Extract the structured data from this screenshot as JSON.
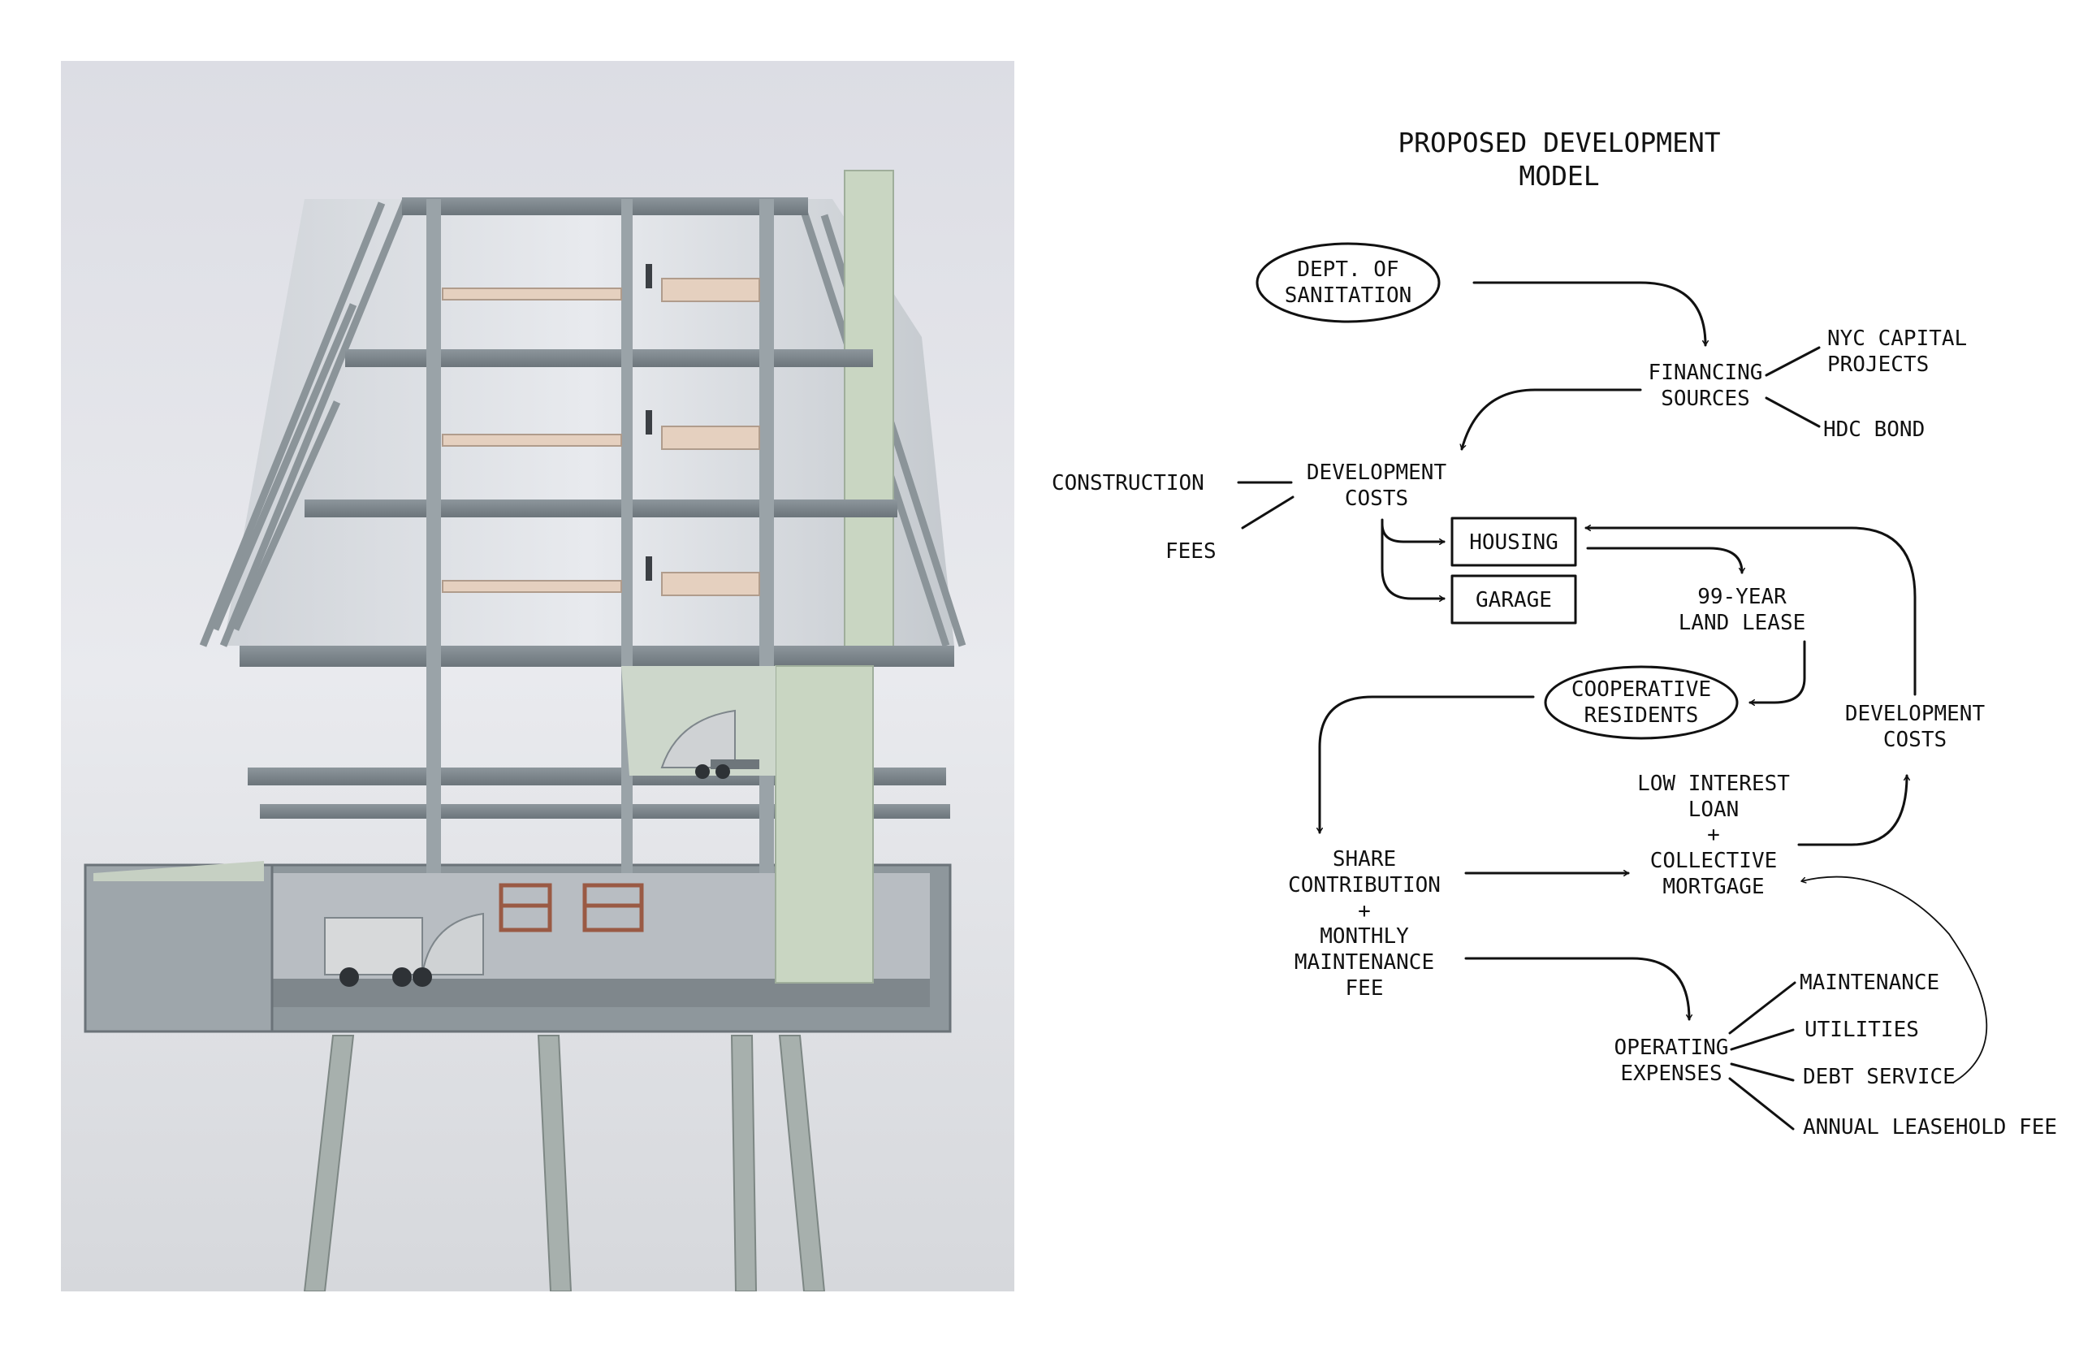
{
  "diagram": {
    "title_line1": "PROPOSED DEVELOPMENT",
    "title_line2": "MODEL",
    "dept_sanitation": [
      "DEPT. OF",
      "SANITATION"
    ],
    "financing_sources": [
      "FINANCING",
      "SOURCES"
    ],
    "nyc_capital_projects": [
      "NYC CAPITAL",
      "PROJECTS"
    ],
    "hdc_bond": "HDC BOND",
    "construction": "CONSTRUCTION",
    "fees": "FEES",
    "development_costs_top": [
      "DEVELOPMENT",
      "COSTS"
    ],
    "housing": "HOUSING",
    "garage": "GARAGE",
    "land_lease": [
      "99-YEAR",
      "LAND LEASE"
    ],
    "cooperative_residents": [
      "COOPERATIVE",
      "RESIDENTS"
    ],
    "development_costs_right": [
      "DEVELOPMENT",
      "COSTS"
    ],
    "loan_mortgage": [
      "LOW INTEREST",
      "LOAN",
      "+",
      "COLLECTIVE",
      "MORTGAGE"
    ],
    "share_contribution": [
      "SHARE",
      "CONTRIBUTION",
      "+",
      "MONTHLY",
      "MAINTENANCE",
      "FEE"
    ],
    "operating_expenses": [
      "OPERATING",
      "EXPENSES"
    ],
    "maintenance": "MAINTENANCE",
    "utilities": "UTILITIES",
    "debt_service": "DEBT SERVICE",
    "annual_leasehold_fee": "ANNUAL LEASEHOLD FEE"
  },
  "colors": {
    "line": "#111111",
    "model_gray": "#9aa3a8",
    "model_green": "#c9d6c2",
    "background_photo": "#e4e6e9"
  }
}
